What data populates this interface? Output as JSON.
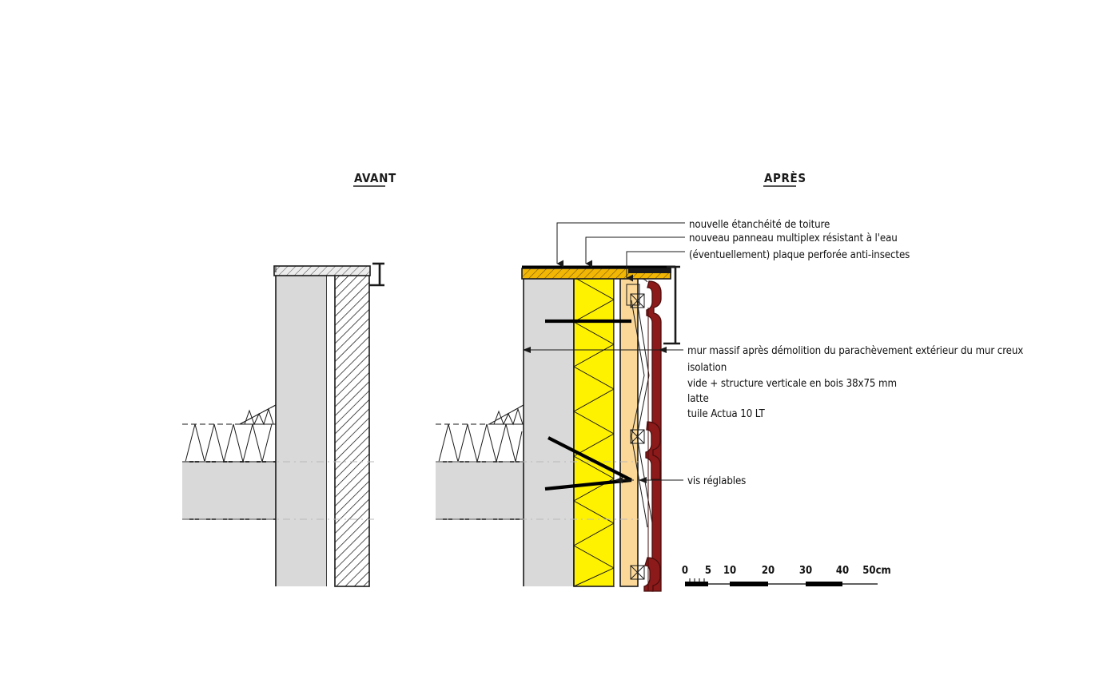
{
  "figure": {
    "type": "architectural-section-detail",
    "description": "Coupe de detail: raccord toiture / mur creux, avant et apres renovation",
    "background": "#ffffff"
  },
  "titles": {
    "before": "AVANT",
    "after": "APRÈS"
  },
  "annotations": {
    "top": [
      {
        "id": "etancheite",
        "text": "nouvelle étanchéité de toiture"
      },
      {
        "id": "multiplex",
        "text": "nouveau panneau multiplex résistant à l'eau"
      },
      {
        "id": "plaque",
        "text": "(éventuellement) plaque perforée anti-insectes"
      }
    ],
    "middle": [
      {
        "id": "mur-massif",
        "text": "mur massif après démolition du parachèvement extérieur du mur creux"
      },
      {
        "id": "isolation",
        "text": "isolation"
      },
      {
        "id": "vide-structure",
        "text": "vide + structure verticale en bois 38x75 mm"
      },
      {
        "id": "latte",
        "text": "latte"
      },
      {
        "id": "tuile",
        "text": "tuile Actua 10 LT"
      }
    ],
    "bottom": [
      {
        "id": "vis",
        "text": "vis réglables"
      }
    ]
  },
  "scale_bar": {
    "unit_suffix": "cm",
    "ticks": [
      "0",
      "5",
      "10",
      "20",
      "30",
      "40",
      "50"
    ],
    "last_label": "50cm"
  },
  "colors": {
    "insulation_yellow": "#FFF200",
    "cavity_tan": "#FBD898",
    "deck_ochre": "#F2B705",
    "masonry_gray": "#D9D9D9",
    "tile_red": "#8C1A1A",
    "batten_orange": "#F5A623",
    "line_black": "#1a1a1a",
    "guide_gray": "#b9b9b9"
  },
  "layers_after": [
    {
      "name": "mur massif",
      "fill": "#D9D9D9"
    },
    {
      "name": "isolation",
      "fill": "#FFF200"
    },
    {
      "name": "vide + structure verticale en bois",
      "fill": "#FBD898"
    },
    {
      "name": "latte",
      "fill": "#F5A623"
    },
    {
      "name": "tuile Actua 10 LT",
      "fill": "#8C1A1A"
    }
  ]
}
